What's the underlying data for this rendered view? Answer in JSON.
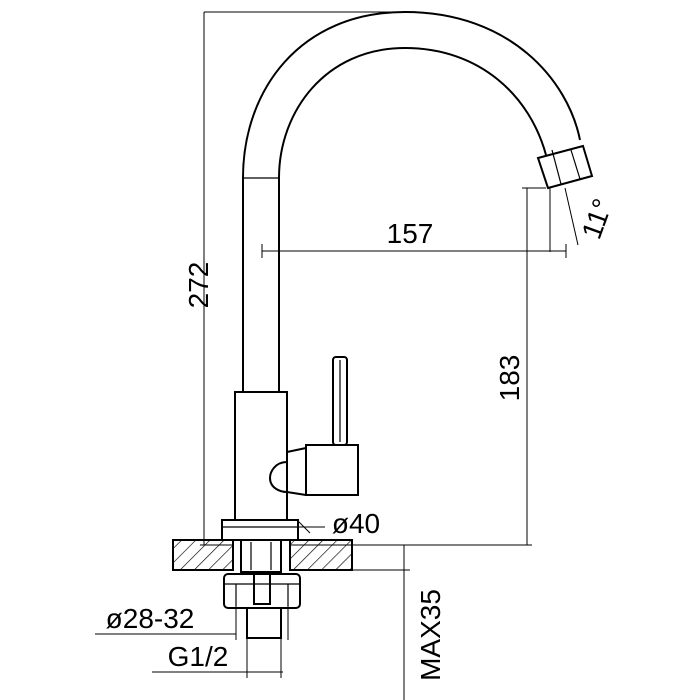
{
  "figure": {
    "labels": {
      "height_total": "272",
      "spout_reach": "157",
      "spout_height": "183",
      "spout_angle": "11°",
      "base_diameter": "ø40",
      "hole_diameter": "ø28-32",
      "thread": "G1/2",
      "max_thickness": "MAX35"
    }
  }
}
